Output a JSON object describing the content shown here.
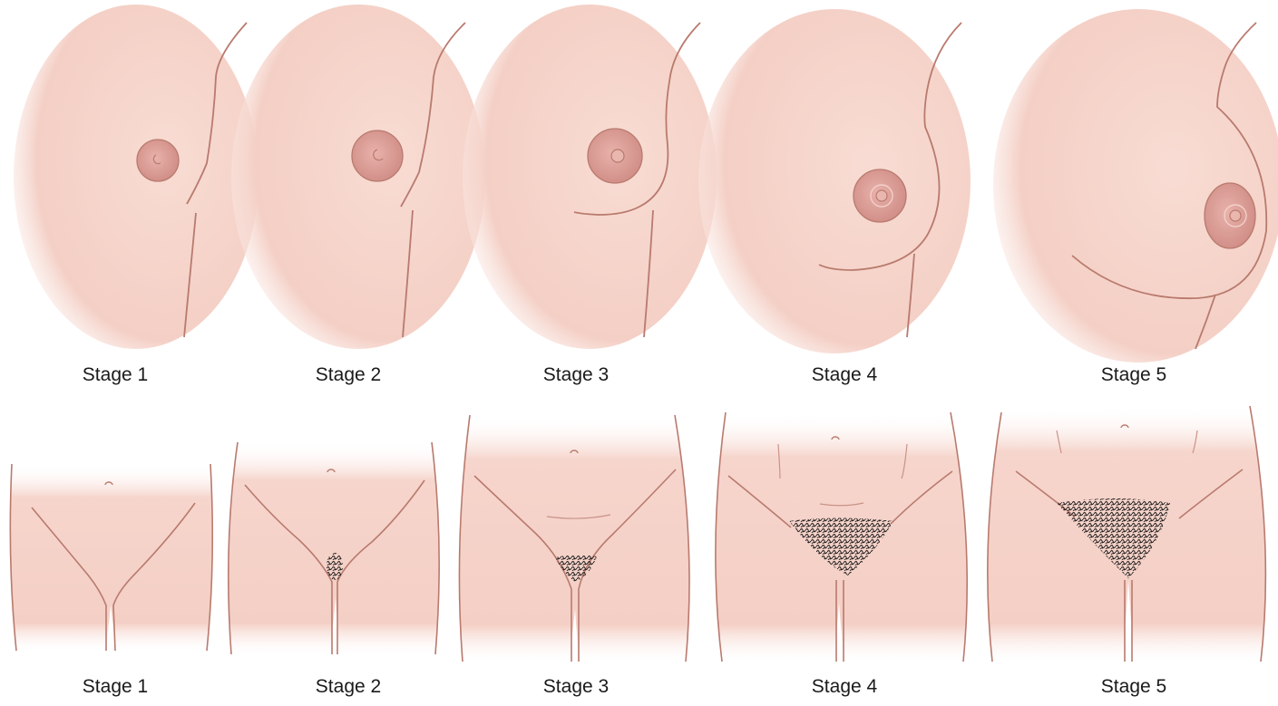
{
  "colors": {
    "skin": "#f6d7cf",
    "skin_shade": "#eebdb3",
    "outline": "#b97a6e",
    "areola": "#d99c95",
    "hair": "#1a1a1a"
  },
  "breast_row": {
    "stages": [
      {
        "label": "Stage 1"
      },
      {
        "label": "Stage 2"
      },
      {
        "label": "Stage 3"
      },
      {
        "label": "Stage 4"
      },
      {
        "label": "Stage 5"
      }
    ]
  },
  "pubic_row": {
    "stages": [
      {
        "label": "Stage 1"
      },
      {
        "label": "Stage 2"
      },
      {
        "label": "Stage 3"
      },
      {
        "label": "Stage 4"
      },
      {
        "label": "Stage 5"
      }
    ]
  }
}
